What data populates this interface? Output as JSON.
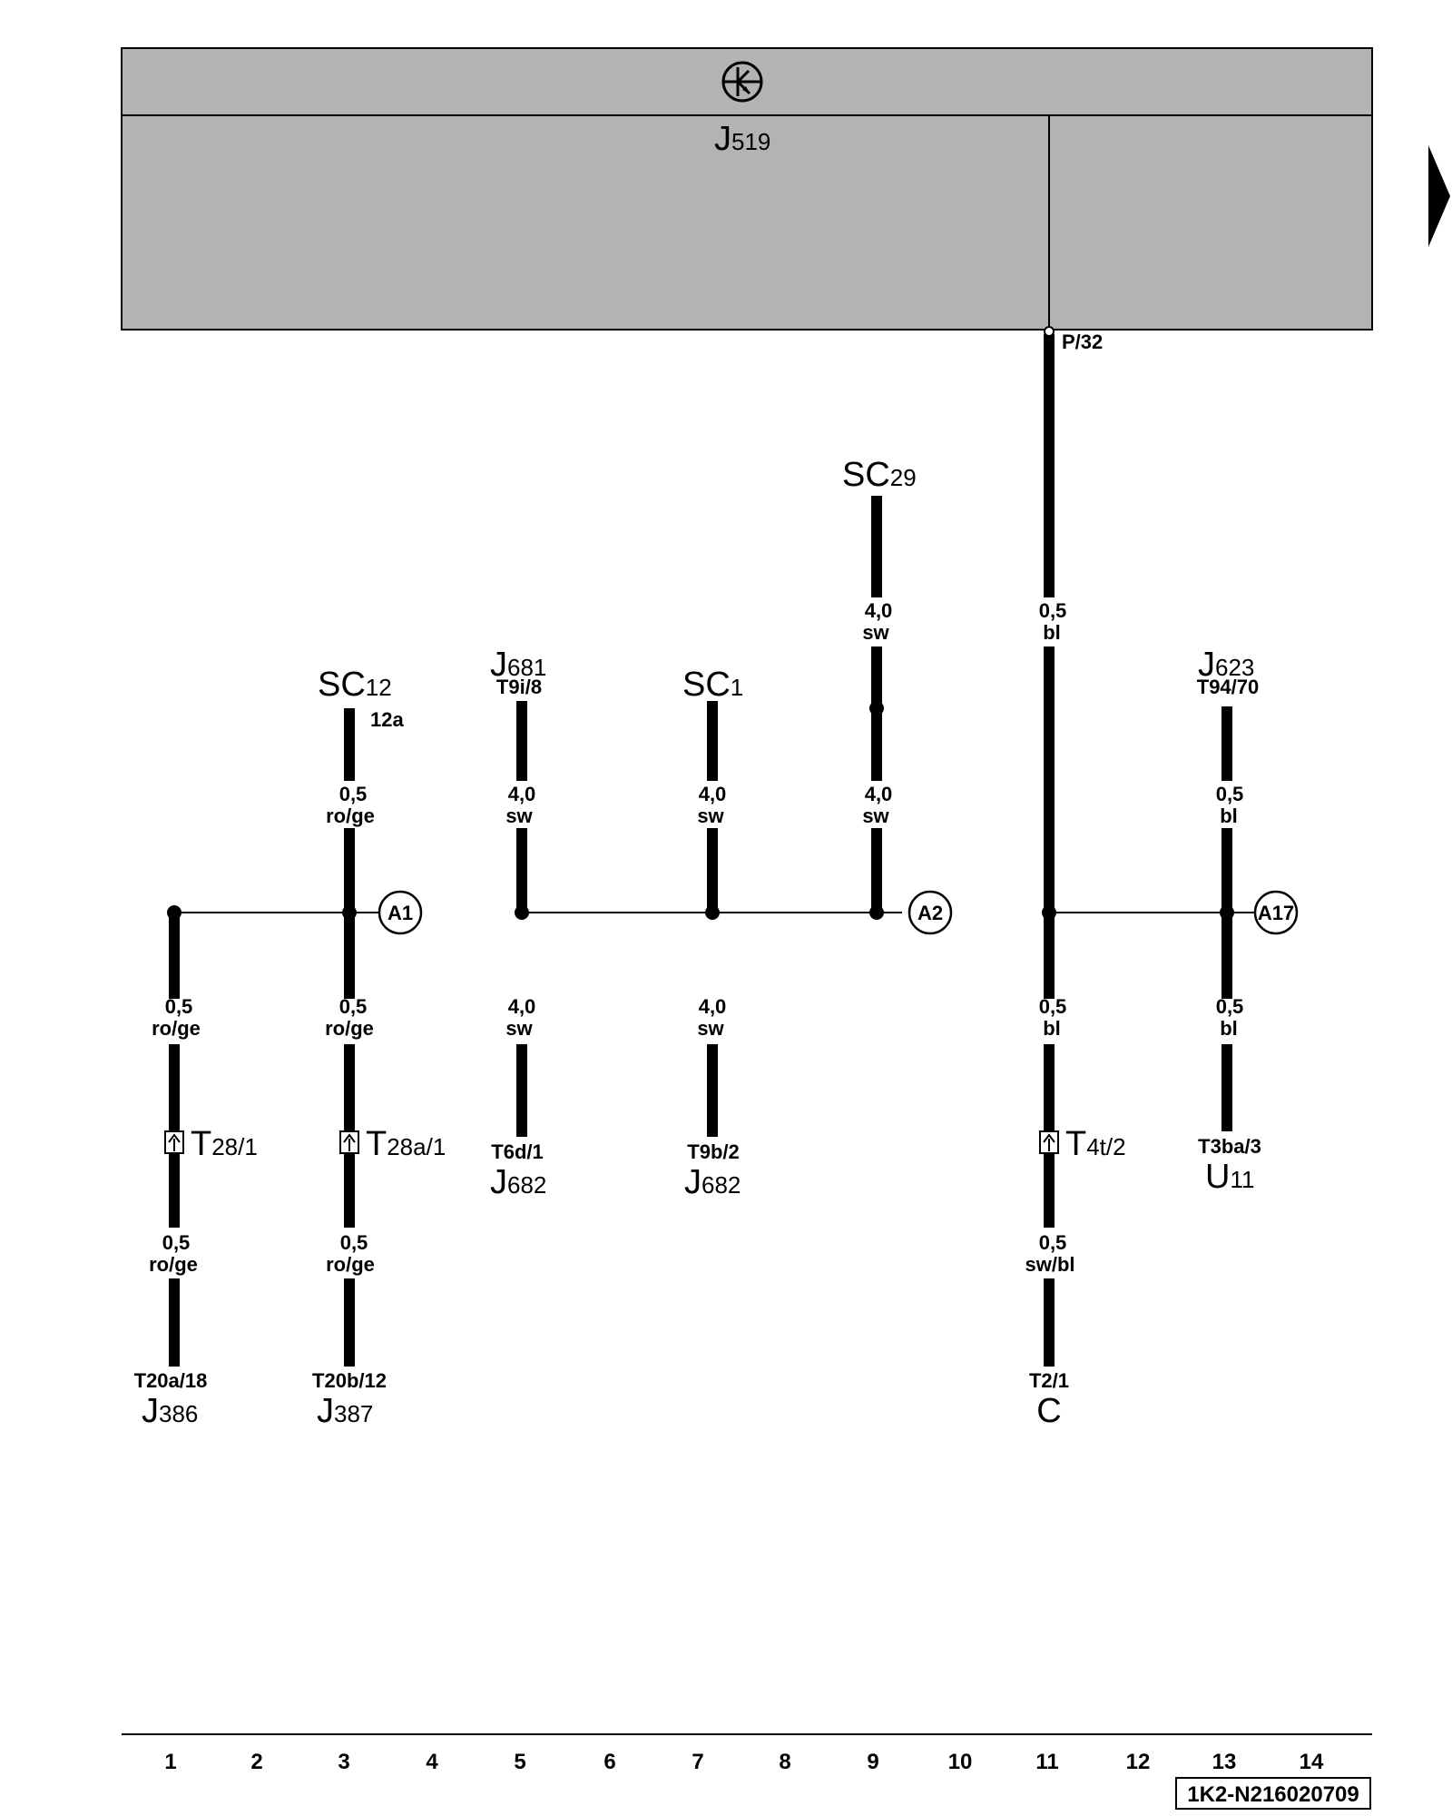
{
  "module": {
    "name_main": "J",
    "name_sub": "519",
    "pin": "P/32",
    "fill_color": "#b3b3b3"
  },
  "references": {
    "sc12": {
      "main": "SC",
      "sub": "12",
      "extra": "12a"
    },
    "j681": {
      "main": "J",
      "sub": "681",
      "pin": "T9i/8"
    },
    "sc1": {
      "main": "SC",
      "sub": "1"
    },
    "sc29": {
      "main": "SC",
      "sub": "29"
    },
    "j623": {
      "main": "J",
      "sub": "623",
      "pin": "T94/70"
    }
  },
  "wires": [
    {
      "gauge": "0,5",
      "color": "ro/ge"
    },
    {
      "gauge": "4,0",
      "color": "sw"
    },
    {
      "gauge": "4,0",
      "color": "sw"
    },
    {
      "gauge": "4,0",
      "color": "sw"
    },
    {
      "gauge": "4,0",
      "color": "sw"
    },
    {
      "gauge": "0,5",
      "color": "bl"
    },
    {
      "gauge": "0,5",
      "color": "bl"
    },
    {
      "gauge": "0,5",
      "color": "ro/ge"
    },
    {
      "gauge": "0,5",
      "color": "ro/ge"
    },
    {
      "gauge": "4,0",
      "color": "sw"
    },
    {
      "gauge": "4,0",
      "color": "sw"
    },
    {
      "gauge": "0,5",
      "color": "bl"
    },
    {
      "gauge": "0,5",
      "color": "bl"
    },
    {
      "gauge": "0,5",
      "color": "ro/ge"
    },
    {
      "gauge": "0,5",
      "color": "ro/ge"
    },
    {
      "gauge": "0,5",
      "color": "sw/bl"
    }
  ],
  "nodes": {
    "a1": "A1",
    "a2": "A2",
    "a17": "A17"
  },
  "connectors": {
    "t28": {
      "main": "T",
      "sub": "28/1"
    },
    "t28a": {
      "main": "T",
      "sub": "28a/1"
    },
    "t4t": {
      "main": "T",
      "sub": "4t/2"
    }
  },
  "targets": {
    "j682a": {
      "pin": "T6d/1",
      "main": "J",
      "sub": "682"
    },
    "j682b": {
      "pin": "T9b/2",
      "main": "J",
      "sub": "682"
    },
    "u11": {
      "pin": "T3ba/3",
      "main": "U",
      "sub": "11"
    },
    "j386": {
      "pin": "T20a/18",
      "main": "J",
      "sub": "386"
    },
    "j387": {
      "pin": "T20b/12",
      "main": "J",
      "sub": "387"
    },
    "c": {
      "pin": "T2/1",
      "main": "C"
    }
  },
  "columns": [
    "1",
    "2",
    "3",
    "4",
    "5",
    "6",
    "7",
    "8",
    "9",
    "10",
    "11",
    "12",
    "13",
    "14"
  ],
  "diagram_code": "1K2-N216020709"
}
